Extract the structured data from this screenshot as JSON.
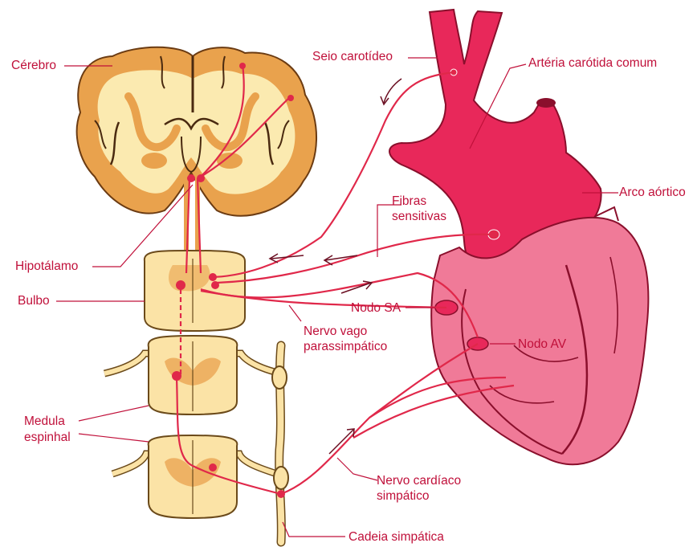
{
  "labels": {
    "cerebro": "Cérebro",
    "hipotalamo": "Hipotálamo",
    "bulbo": "Bulbo",
    "medula_line1": "Medula",
    "medula_line2": "espinhal",
    "seio_carotideo": "Seio carotídeo",
    "arteria_carotida": "Artéria carótida comum",
    "arco_aortico": "Arco aórtico",
    "fibras_line1": "Fibras",
    "fibras_line2": "sensitivas",
    "nodo_sa": "Nodo SA",
    "nodo_av": "Nodo AV",
    "nervo_vago_line1": "Nervo vago",
    "nervo_vago_line2": "parassimpático",
    "nervo_cardiaco_line1": "Nervo cardíaco",
    "nervo_cardiaco_line2": "simpático",
    "cadeia_simpatica": "Cadeia simpática"
  },
  "colors": {
    "label_text": "#c0103a",
    "nerve": "#e0284a",
    "artery": "#e8285a",
    "heart": "#f07a98",
    "brain_cortex": "#e9a24d",
    "brain_white": "#fbeab0",
    "spinal_cord": "#fbe3a6"
  }
}
